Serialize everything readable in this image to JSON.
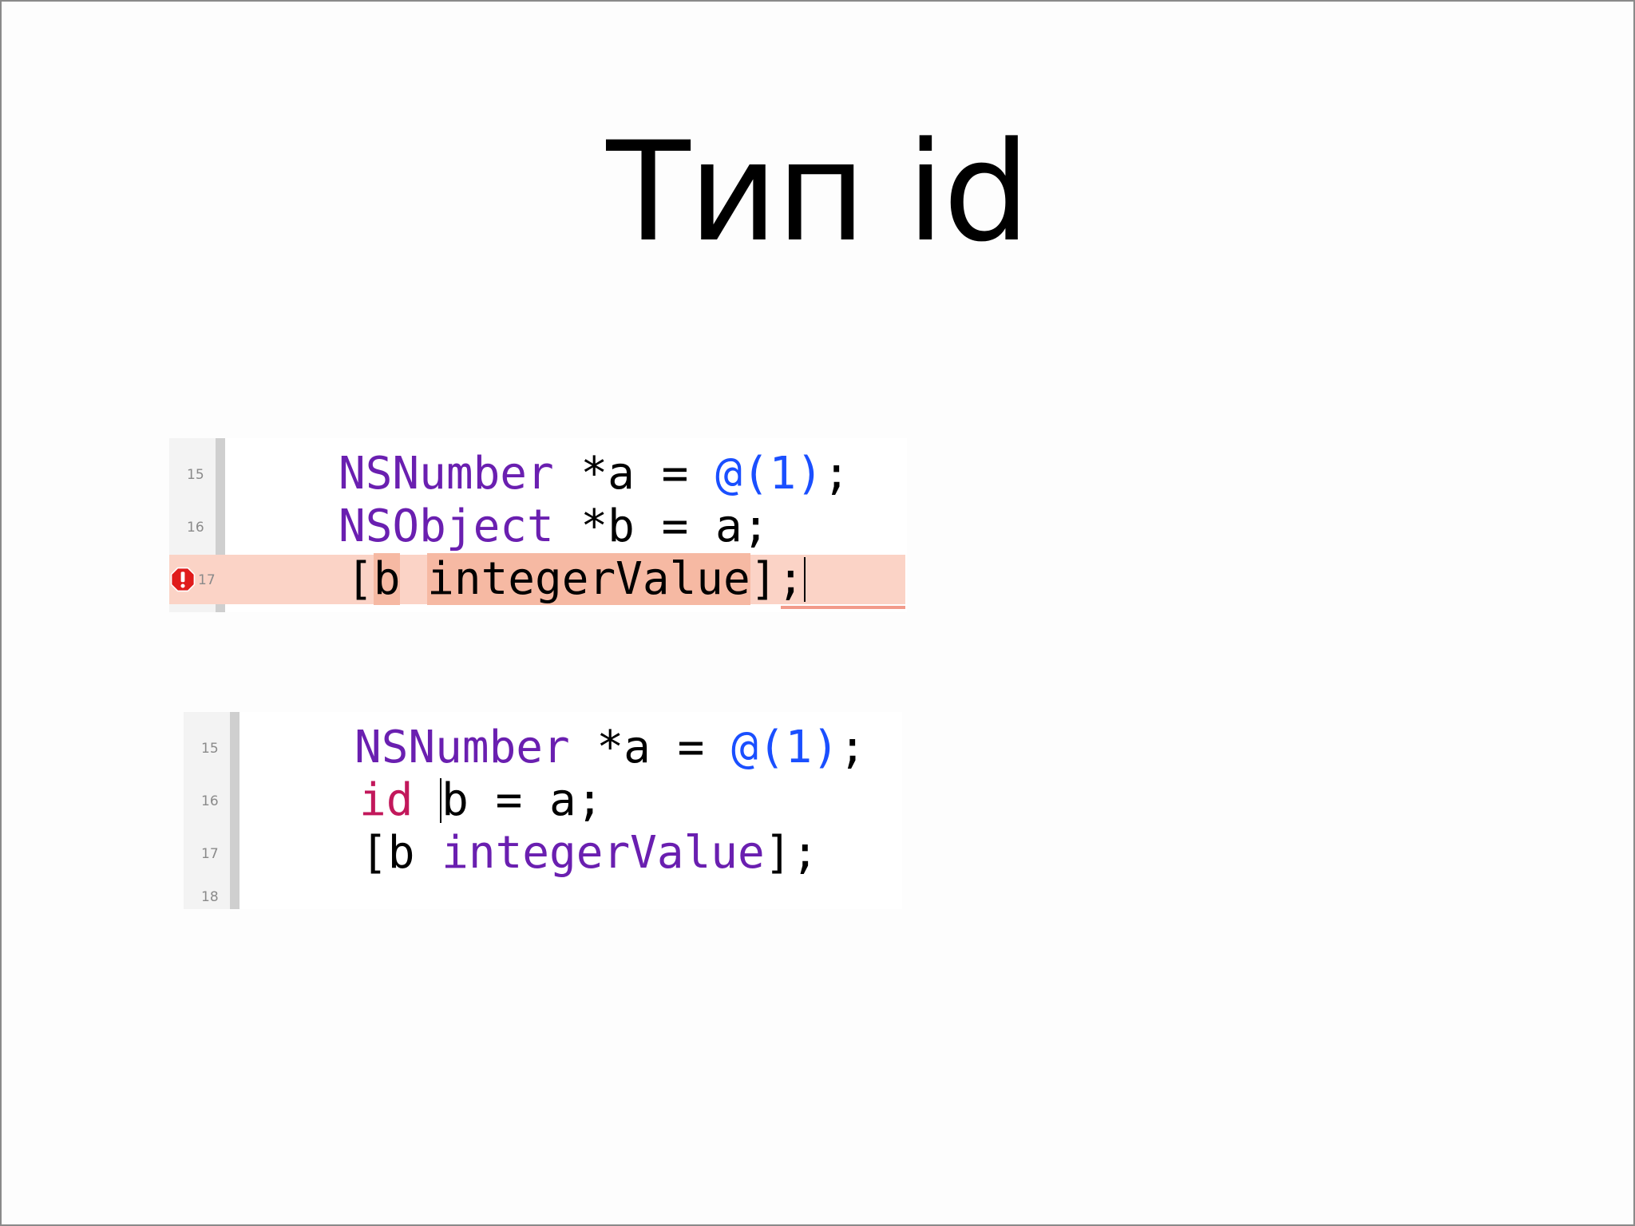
{
  "slide": {
    "title": "Тип id"
  },
  "snippet_error": {
    "line_numbers": [
      "15",
      "16",
      "17"
    ],
    "lines": [
      {
        "type": "NSNumber",
        "rest": " *a = ",
        "literal": "@(1)",
        "end": ";"
      },
      {
        "type": "NSObject",
        "rest": " *b = a;"
      },
      {
        "open": "[",
        "receiver": "b",
        "method": "integerValue",
        "close": "];"
      }
    ],
    "error_icon": "error-octagon-icon",
    "error_color": "#e01b1b",
    "highlight_color": "#fbd3c6"
  },
  "snippet_ok": {
    "line_numbers": [
      "15",
      "16",
      "17",
      "18"
    ],
    "lines": [
      {
        "type": "NSNumber",
        "rest": " *a = ",
        "literal": "@(1)",
        "end": ";"
      },
      {
        "keyword": "id",
        "rest": "b = a;"
      },
      {
        "open": "[",
        "receiver": "b",
        "method": "integerValue",
        "close": "];"
      }
    ]
  }
}
